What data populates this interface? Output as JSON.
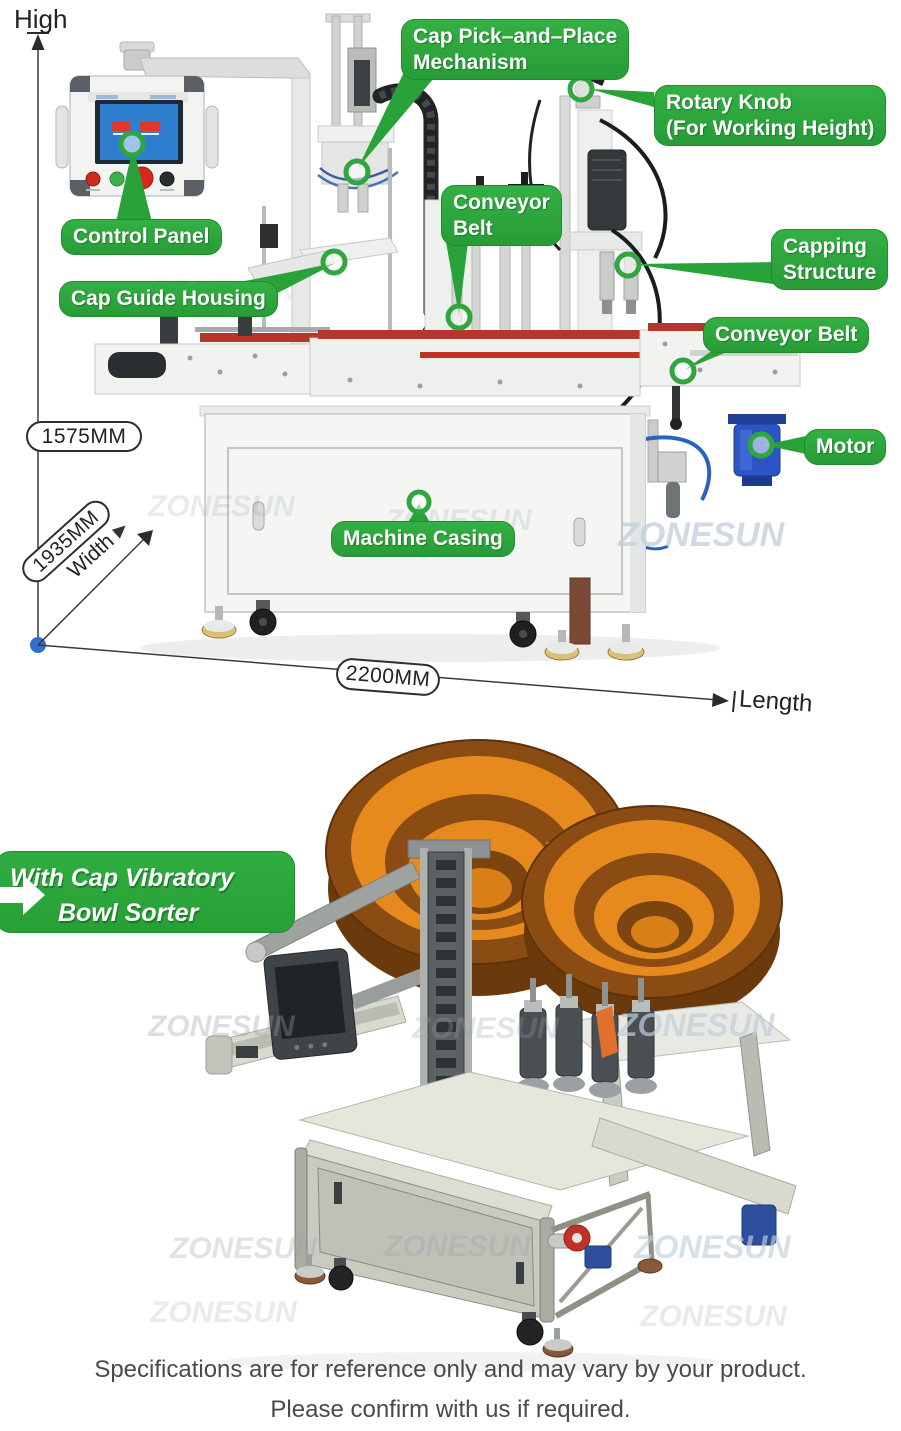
{
  "watermark_text": "ZONESUN",
  "annotations": {
    "high": "High",
    "length": "Length",
    "width_word": "Width",
    "dim_height": "1575MM",
    "dim_width": "1935MM",
    "dim_length": "2200MM"
  },
  "labels": {
    "cap_pick": {
      "line1": "Cap Pick–and–Place",
      "line2": "Mechanism"
    },
    "rotary_knob": {
      "line1": "Rotary Knob",
      "line2": "(For Working Height)"
    },
    "control_panel": {
      "text": "Control Panel"
    },
    "cap_guide": {
      "text": "Cap Guide Housing"
    },
    "conveyor_mid": {
      "line1": "Conveyor",
      "line2": "Belt"
    },
    "capping_structure": {
      "line1": "Capping",
      "line2": "Structure"
    },
    "conveyor_right": {
      "text": "Conveyor Belt"
    },
    "motor": {
      "text": "Motor"
    },
    "machine_casing": {
      "text": "Machine Casing"
    }
  },
  "callout2": {
    "line1": "With Cap Vibratory",
    "line2": "Bowl Sorter"
  },
  "footer": {
    "line1": "Specifications are for reference only and may vary by your product.",
    "line2": "Please confirm with us if required."
  },
  "colors": {
    "label_green": "#2fa63e",
    "label_green_dark": "#1e8c2e",
    "marker_ring_green": "#2fa63e",
    "dimension_line": "#3a3a3a",
    "origin_dot_blue": "#2e6fd0",
    "motor_blue": "#2b55c4",
    "conveyor_rail_red": "#b5362b",
    "bowl_orange": "#e78a1e",
    "bowl_brown": "#8a4c12",
    "footer_text": "#4a4a4a"
  }
}
